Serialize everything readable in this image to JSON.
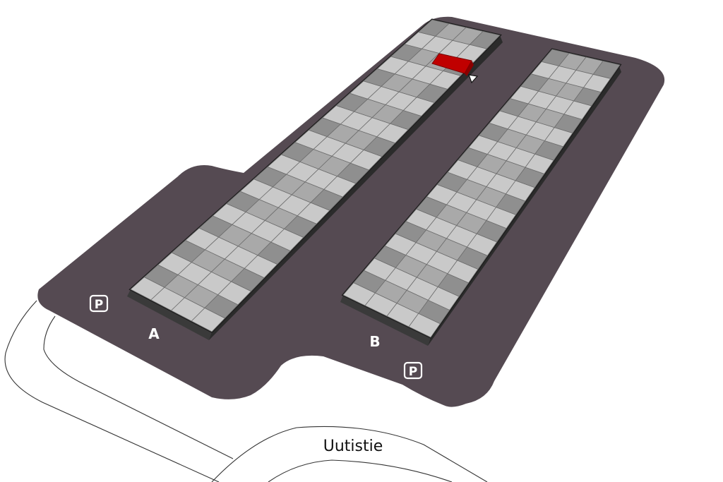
{
  "map": {
    "street_label": "Uutistie",
    "buildings": [
      {
        "id": "A",
        "label": "A"
      },
      {
        "id": "B",
        "label": "B"
      }
    ],
    "parking_markers": [
      {
        "label": "P"
      },
      {
        "label": "P"
      }
    ],
    "highlighted_unit": {
      "building": "A",
      "color": "#c00000"
    },
    "colors": {
      "lot": "#554a52",
      "unit_light": "#c9c9c9",
      "unit_mid": "#a9a9a9",
      "unit_dark": "#8f8f8f",
      "highlight": "#c00000",
      "outline": "#222222"
    }
  }
}
